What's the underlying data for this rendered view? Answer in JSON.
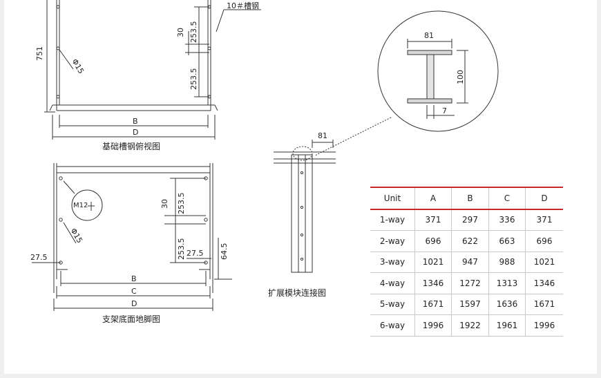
{
  "top_view": {
    "caption": "基础槽钢俯视图",
    "dim_751": "751",
    "dim_phi15": "Φ15",
    "dim_30": "30",
    "dim_253a": "253.5",
    "dim_253b": "253.5",
    "label_channel": "10＃槽钢",
    "label_B": "B",
    "label_D": "D"
  },
  "section_detail": {
    "dim_81": "81",
    "dim_100": "100",
    "dim_7": "7"
  },
  "bottom_view": {
    "caption": "支架底面地脚图",
    "label_m12": "M12",
    "dim_phi15": "Φ15",
    "dim_30": "30",
    "dim_253a": "253.5",
    "dim_253b": "253.5",
    "dim_27_left": "27.5",
    "dim_27_right": "27.5",
    "dim_64": "64.5",
    "label_B": "B",
    "label_C": "C",
    "label_D": "D"
  },
  "expansion": {
    "caption": "扩展模块连接图",
    "dim_81": "81"
  },
  "table": {
    "headers": [
      "Unit",
      "A",
      "B",
      "C",
      "D"
    ],
    "rows": [
      [
        "1-way",
        "371",
        "297",
        "336",
        "371"
      ],
      [
        "2-way",
        "696",
        "622",
        "663",
        "696"
      ],
      [
        "3-way",
        "1021",
        "947",
        "988",
        "1021"
      ],
      [
        "4-way",
        "1346",
        "1272",
        "1313",
        "1346"
      ],
      [
        "5-way",
        "1671",
        "1597",
        "1636",
        "1671"
      ],
      [
        "6-way",
        "1996",
        "1922",
        "1961",
        "1996"
      ]
    ]
  },
  "colors": {
    "table_rule": "#c62828",
    "line": "#333333"
  }
}
